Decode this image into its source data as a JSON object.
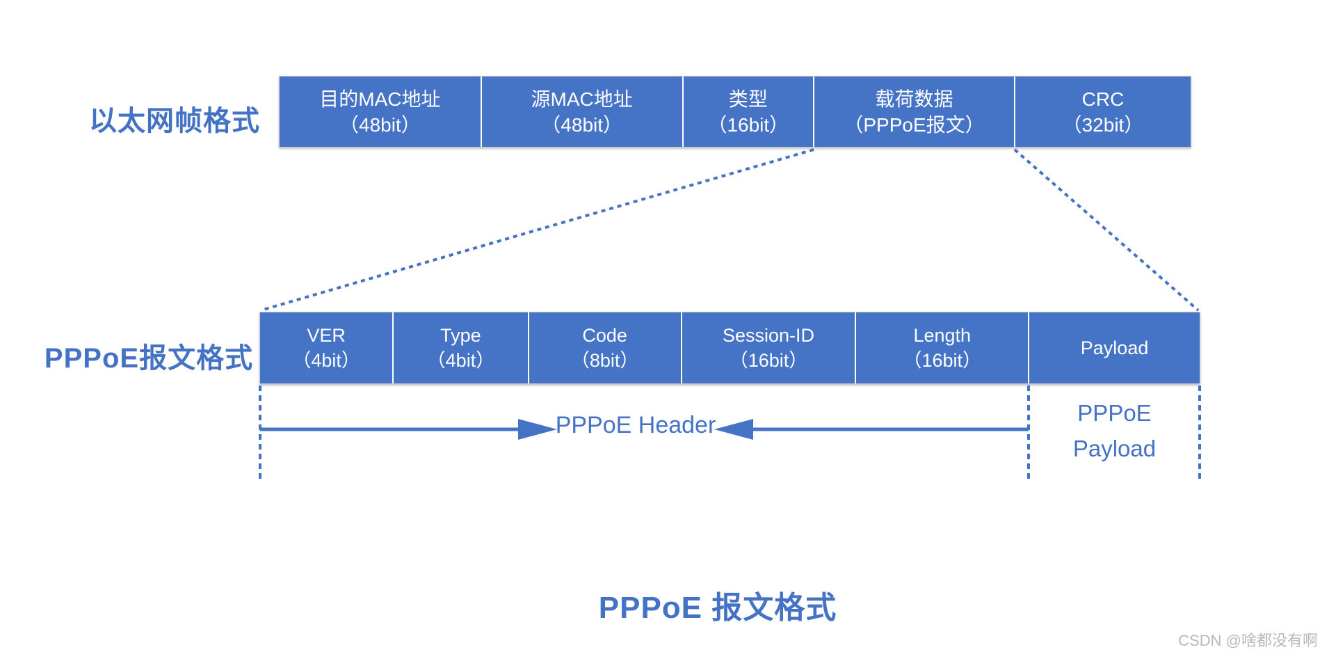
{
  "colors": {
    "accent_blue": "#4472C4",
    "box_fill": "#4573C5",
    "box_text": "#FFFFFF",
    "watermark_gray": "#B9B9B9"
  },
  "ethernet": {
    "label": "以太网帧格式",
    "cells": [
      {
        "line1": "目的MAC地址",
        "line2": "（48bit）"
      },
      {
        "line1": "源MAC地址",
        "line2": "（48bit）"
      },
      {
        "line1": "类型",
        "line2": "（16bit）"
      },
      {
        "line1": "载荷数据",
        "line2": "（PPPoE报文）"
      },
      {
        "line1": "CRC",
        "line2": "（32bit）"
      }
    ]
  },
  "pppoe": {
    "label": "PPPoE报文格式",
    "cells": [
      {
        "line1": "VER",
        "line2": "（4bit）"
      },
      {
        "line1": "Type",
        "line2": "（4bit）"
      },
      {
        "line1": "Code",
        "line2": "（8bit）"
      },
      {
        "line1": "Session-ID",
        "line2": "（16bit）"
      },
      {
        "line1": "Length",
        "line2": "（16bit）"
      },
      {
        "line1": "Payload",
        "line2": ""
      }
    ],
    "header_span_label": "PPPoE Header",
    "payload_span_line1": "PPPoE",
    "payload_span_line2": "Payload"
  },
  "footer": {
    "title": "PPPoE 报文格式",
    "watermark": "CSDN @啥都没有啊"
  }
}
